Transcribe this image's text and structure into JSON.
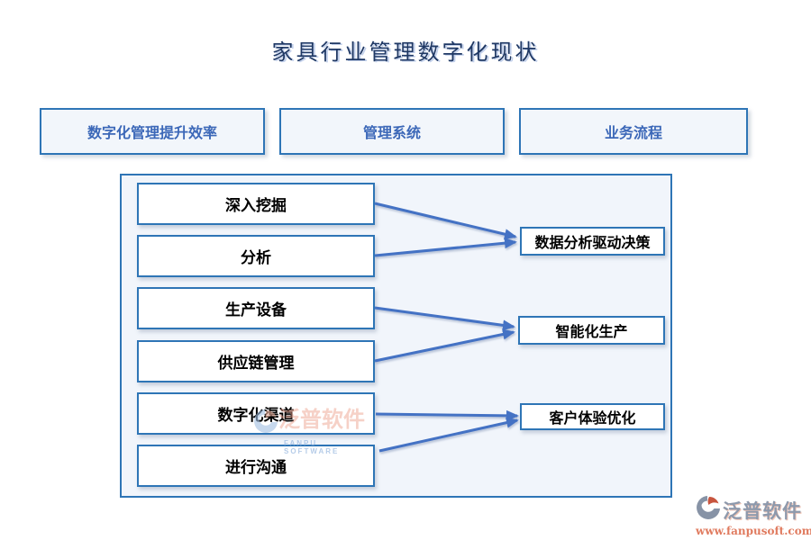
{
  "page": {
    "title": "家具行业管理数字化现状"
  },
  "header_cards": [
    {
      "label": "数字化管理提升效率"
    },
    {
      "label": "管理系统"
    },
    {
      "label": "业务流程"
    }
  ],
  "diagram": {
    "source_nodes": [
      {
        "label": "深入挖掘"
      },
      {
        "label": "分析"
      },
      {
        "label": "生产设备"
      },
      {
        "label": "供应链管理"
      },
      {
        "label": "数字化渠道"
      },
      {
        "label": "进行沟通"
      }
    ],
    "target_nodes": [
      {
        "label": "数据分析驱动决策"
      },
      {
        "label": "智能化生产"
      },
      {
        "label": "客户体验优化"
      }
    ],
    "connections": [
      {
        "from": "深入挖掘",
        "to": "数据分析驱动决策"
      },
      {
        "from": "分析",
        "to": "数据分析驱动决策"
      },
      {
        "from": "生产设备",
        "to": "智能化生产"
      },
      {
        "from": "供应链管理",
        "to": "智能化生产"
      },
      {
        "from": "数字化渠道",
        "to": "客户体验优化"
      },
      {
        "from": "进行沟通",
        "to": "客户体验优化"
      }
    ]
  },
  "watermark": {
    "text": "泛普软件",
    "subtext": "FANPU SOFTWARE"
  },
  "footer_logo": {
    "brand": "泛普软件",
    "url": "www.fanpusoft.com"
  },
  "colors": {
    "accent_border_blue": "#2E75B6",
    "arrow_blue": "#4472C4",
    "title_navy": "#1F3864",
    "panel_fill": "#F1F5FB",
    "header_text_blue": "#3C68B8",
    "brand_gray": "#8D99AC",
    "brand_salmon": "#E07B5F"
  }
}
